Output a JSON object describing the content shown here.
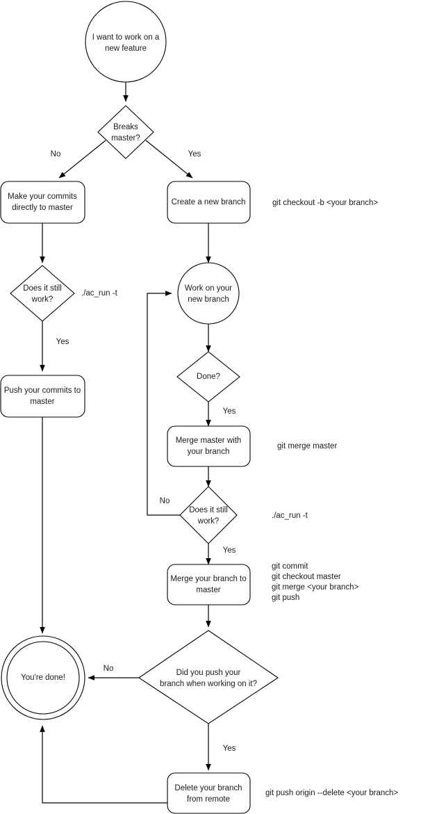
{
  "diagram": {
    "title": "Git branching workflow flowchart",
    "colors": {
      "background": "#ffffff",
      "stroke": "#000000",
      "text": "#1a1a1a"
    },
    "nodes": {
      "start": {
        "line1": "I want to work on a",
        "line2": "new feature"
      },
      "breaks_master": {
        "line1": "Breaks",
        "line2": "master?"
      },
      "make_commits": {
        "line1": "Make your commits",
        "line2": "directly to master"
      },
      "create_branch": {
        "line1": "Create a new branch",
        "line2": ""
      },
      "does_it_work_left": {
        "line1": "Does it still",
        "line2": "work?"
      },
      "push_commits": {
        "line1": "Push your commits to",
        "line2": "master"
      },
      "work_on_branch": {
        "line1": "Work on your",
        "line2": "new branch"
      },
      "done_q": {
        "line1": "Done?",
        "line2": ""
      },
      "merge_master": {
        "line1": "Merge master with",
        "line2": "your branch"
      },
      "does_it_work_mid": {
        "line1": "Does it still",
        "line2": "work?"
      },
      "merge_branch": {
        "line1": "Merge your branch to",
        "line2": "master"
      },
      "did_you_push": {
        "line1": "Did you push your",
        "line2": "branch when working on it?"
      },
      "delete_branch": {
        "line1": "Delete your branch",
        "line2": "from remote"
      },
      "youre_done": {
        "line1": "You're done!",
        "line2": ""
      }
    },
    "edge_labels": {
      "breaks_no": "No",
      "breaks_yes": "Yes",
      "left_work_yes": "Yes",
      "done_yes": "Yes",
      "mid_work_no": "No",
      "mid_work_yes": "Yes",
      "push_no": "No",
      "push_yes": "Yes"
    },
    "annotations": {
      "checkout_b": "git checkout -b <your branch>",
      "ac_run_left": "./ac_run -t",
      "merge_master_cmd": "git merge master",
      "ac_run_mid": "./ac_run -t",
      "merge_cmds": [
        "git commit",
        "git checkout master",
        "git merge <your branch>",
        "git push"
      ],
      "push_origin_delete": "git push origin --delete <your branch>"
    }
  }
}
